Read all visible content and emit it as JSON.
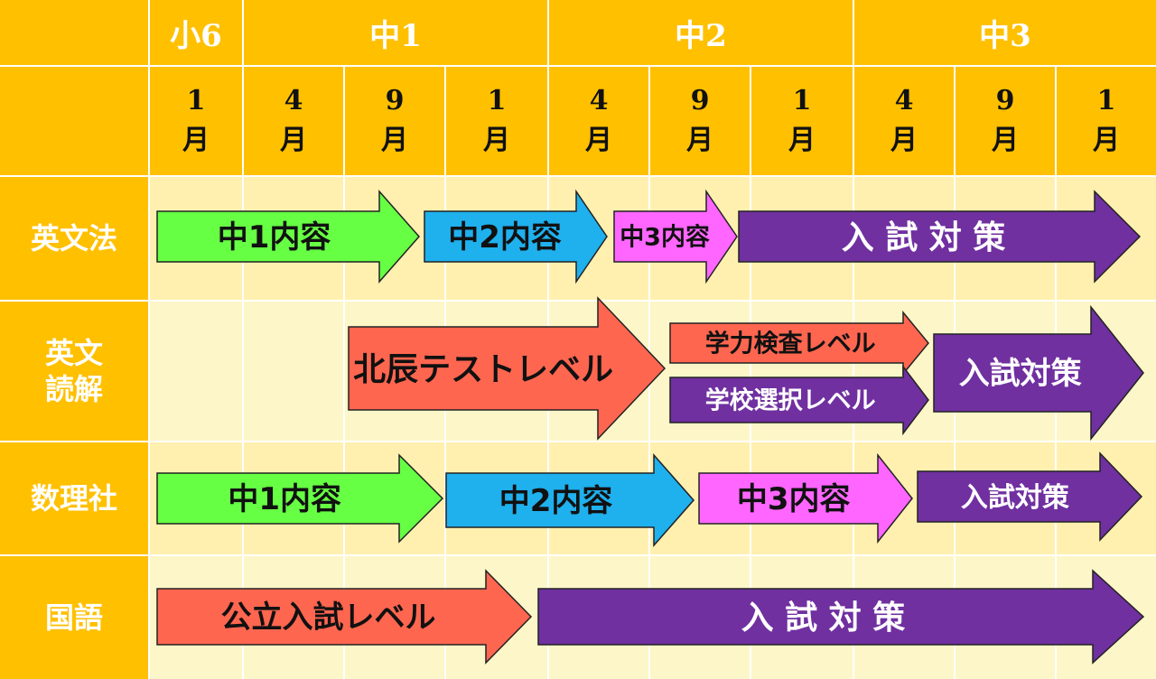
{
  "grades": [
    "小6",
    "中1",
    "中2",
    "中3"
  ],
  "months": [
    {
      "num": "1",
      "unit": "月"
    },
    {
      "num": "4",
      "unit": "月"
    },
    {
      "num": "9",
      "unit": "月"
    },
    {
      "num": "1",
      "unit": "月"
    },
    {
      "num": "4",
      "unit": "月"
    },
    {
      "num": "9",
      "unit": "月"
    },
    {
      "num": "1",
      "unit": "月"
    },
    {
      "num": "4",
      "unit": "月"
    },
    {
      "num": "9",
      "unit": "月"
    },
    {
      "num": "1",
      "unit": "月"
    }
  ],
  "rows": [
    {
      "label_lines": [
        "英文法"
      ]
    },
    {
      "label_lines": [
        "英文",
        "読解"
      ]
    },
    {
      "label_lines": [
        "数理社"
      ]
    },
    {
      "label_lines": [
        "国語"
      ]
    }
  ],
  "arrows": [
    {
      "row": 0,
      "label": "中1内容",
      "fill": "#66FF44",
      "text_color": "#111111"
    },
    {
      "row": 0,
      "label": "中2内容",
      "fill": "#1FB0EE",
      "text_color": "#111111"
    },
    {
      "row": 0,
      "label": "中3内容",
      "fill": "#FF66FF",
      "text_color": "#111111"
    },
    {
      "row": 0,
      "label": "入 試 対 策",
      "fill": "#7030A0",
      "text_color": "#ffffff"
    },
    {
      "row": 1,
      "label": "北辰テストレベル",
      "fill": "#FF6650",
      "text_color": "#111111"
    },
    {
      "row": 1,
      "label": "学力検査レベル",
      "fill": "#FF6650",
      "text_color": "#111111"
    },
    {
      "row": 1,
      "label": "学校選択レベル",
      "fill": "#7030A0",
      "text_color": "#ffffff"
    },
    {
      "row": 1,
      "label": "入試対策",
      "fill": "#7030A0",
      "text_color": "#ffffff"
    },
    {
      "row": 2,
      "label": "中1内容",
      "fill": "#66FF44",
      "text_color": "#111111"
    },
    {
      "row": 2,
      "label": "中2内容",
      "fill": "#1FB0EE",
      "text_color": "#111111"
    },
    {
      "row": 2,
      "label": "中3内容",
      "fill": "#FF66FF",
      "text_color": "#111111"
    },
    {
      "row": 2,
      "label": "入試対策",
      "fill": "#7030A0",
      "text_color": "#ffffff"
    },
    {
      "row": 3,
      "label": "公立入試レベル",
      "fill": "#FF6650",
      "text_color": "#111111"
    },
    {
      "row": 3,
      "label": "入 試 対 策",
      "fill": "#7030A0",
      "text_color": "#ffffff"
    }
  ],
  "colors": {
    "header": "#FFC000",
    "band": "#FDF6C8",
    "outline": "#222222"
  }
}
